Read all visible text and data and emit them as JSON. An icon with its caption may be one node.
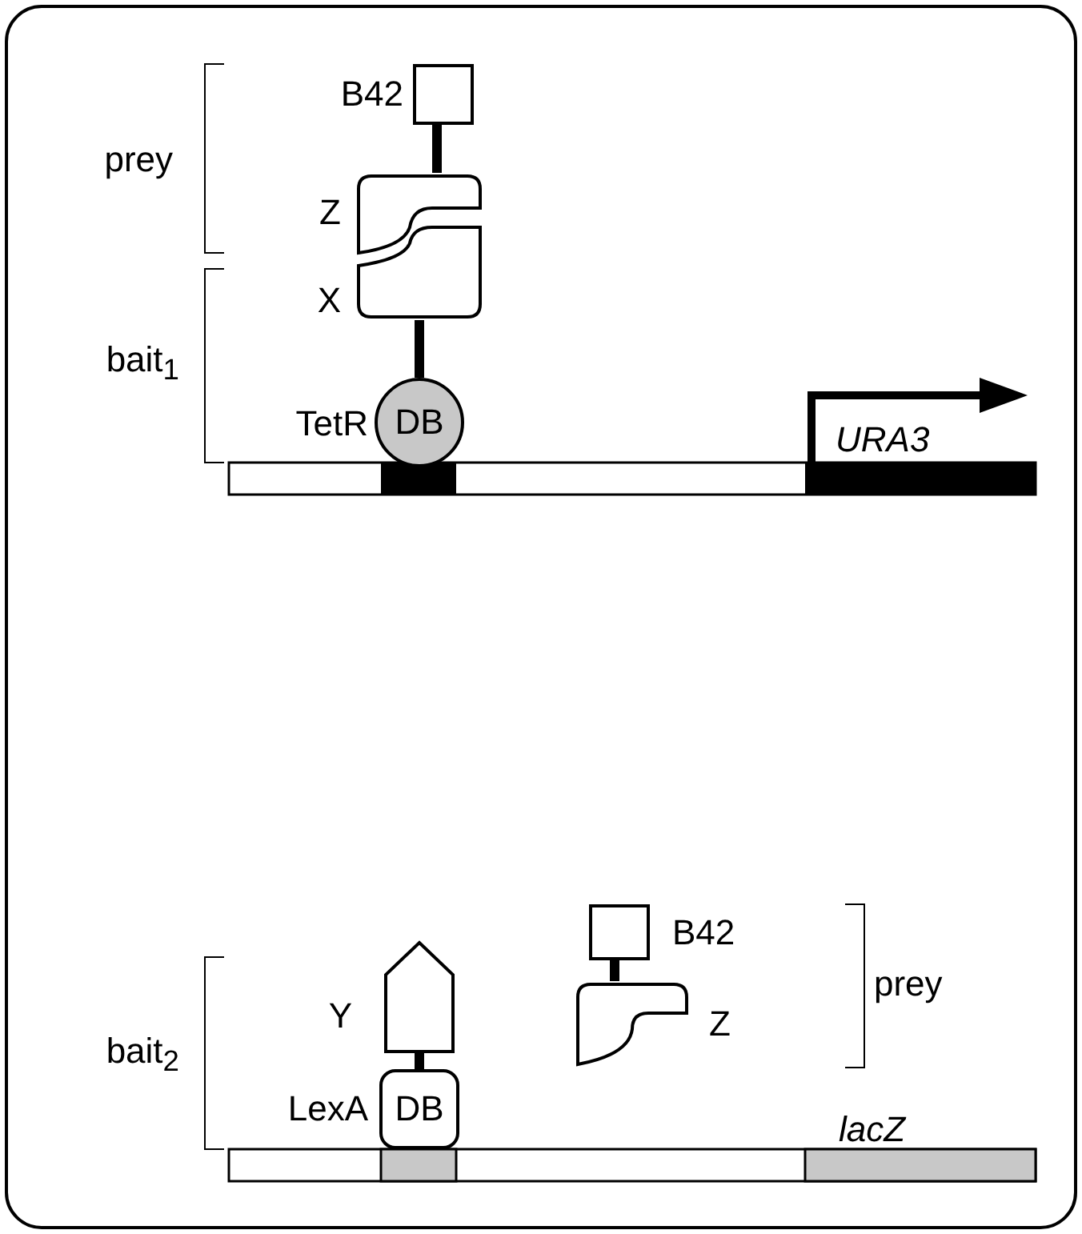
{
  "diagram": {
    "nodes": [
      {
        "text": [],
        "shape": "box",
        "beside": [
          "B42"
        ]
      },
      {
        "text": [],
        "shape": "box",
        "beside": [
          "Z"
        ]
      },
      {
        "text": [],
        "shape": "box",
        "beside": [
          "X"
        ]
      },
      {
        "text": [
          "DB"
        ],
        "beside": [
          "TetR"
        ]
      },
      {
        "text": [],
        "shape": "box",
        "beside": [
          "B42"
        ]
      },
      {
        "text": [],
        "shape": "box",
        "beside": [
          "Z"
        ]
      },
      {
        "text": [],
        "shape": "pentagon",
        "beside": [
          "Y"
        ]
      },
      {
        "text": [
          "DB"
        ],
        "beside": [
          "LexA"
        ]
      }
    ],
    "edges": [
      {
        "from": 0,
        "to": 1,
        "arrow": "none"
      },
      {
        "from": 2,
        "to": 3,
        "arrow": "none"
      },
      {
        "from": 4,
        "to": 5,
        "arrow": "none"
      },
      {
        "from": 6,
        "to": 7,
        "arrow": "none"
      }
    ],
    "labels": [
      "prey",
      "bait$_{1}$",
      "URA3",
      "prey",
      "bait$_{2}$",
      "lacZ"
    ]
  }
}
